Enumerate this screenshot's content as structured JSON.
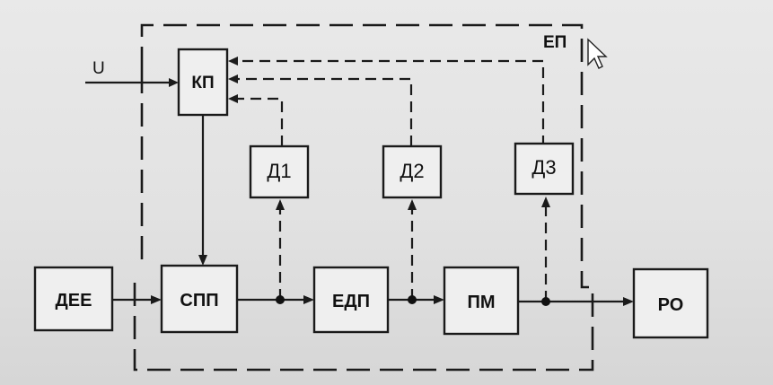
{
  "diagram": {
    "blocks": {
      "kp": "КП",
      "dee": "ДЕЕ",
      "spp": "СПП",
      "edp": "ЕДП",
      "pm": "ПМ",
      "ro": "РО",
      "d1": "Д1",
      "d2": "Д2",
      "d3": "Д3"
    },
    "input_label": "U",
    "boundary_label": "ЕП"
  }
}
